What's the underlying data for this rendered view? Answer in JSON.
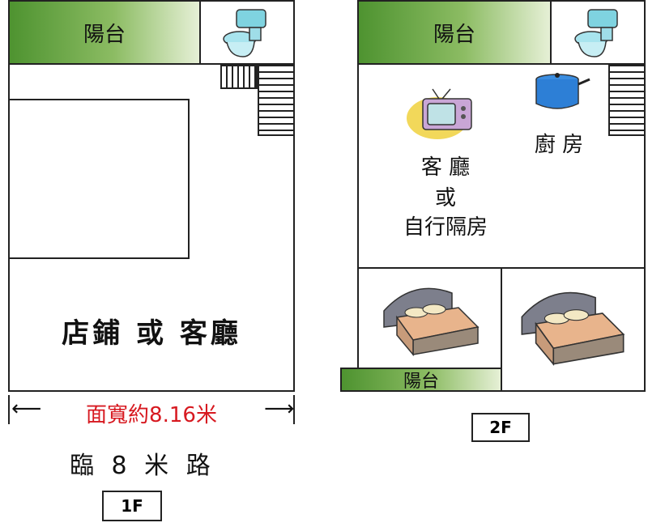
{
  "floor1": {
    "balcony": "陽台",
    "main_room": "店鋪 或 客廳",
    "width_note": "面寬約8.16米",
    "road": "臨 8 米 路",
    "tag": "1F"
  },
  "floor2": {
    "balcony_top": "陽台",
    "living_line1": "客 廳",
    "living_line2": "或",
    "living_line3": "自行隔房",
    "kitchen": "廚 房",
    "balcony_bottom": "陽台",
    "tag": "2F"
  },
  "colors": {
    "balcony_green": "#4e9330",
    "width_note_red": "#d71920"
  }
}
